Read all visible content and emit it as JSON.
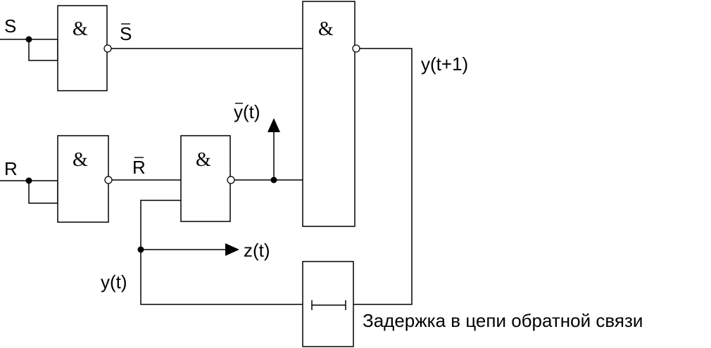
{
  "gate_symbol": "&",
  "labels": {
    "s_in": "S",
    "r_in": "R",
    "s_not": "S",
    "r_not": "R",
    "y_not_t": "y(t)",
    "y_next": "y(t+1)",
    "z_t": "z(t)",
    "y_t": "y(t)",
    "delay_caption": "Задержка в цепи обратной связи"
  }
}
